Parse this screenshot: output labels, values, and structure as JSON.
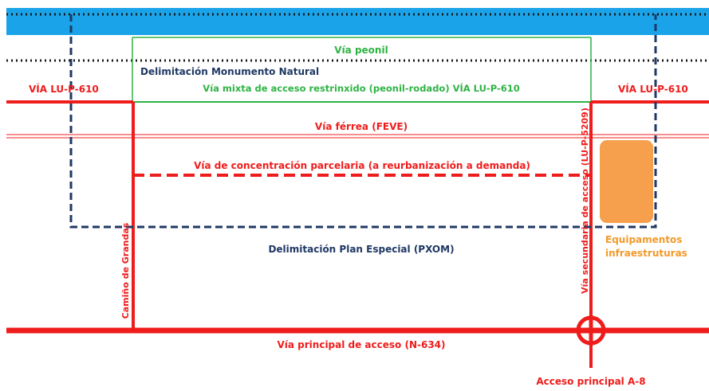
{
  "labels": {
    "via_peonil": "Vía peonil",
    "delimitacion_monumento": "Delimitación Monumento Natural",
    "via_mixta": "Vía mixta de acceso restrinxido (peonil-rodado) VÍA LU-P-610",
    "via_lu_left": "VÍA LU-P-610",
    "via_lu_right": "VÍA LU-P-610",
    "via_ferrea": "Vía férrea (FEVE)",
    "via_concentracion": "Vía de concentración parcelaria (a reurbanización a demanda)",
    "via_secundaria": "Vía secundaria de acceso (LU-P-5209)",
    "delimitacion_plan": "Delimitación Plan Especial (PXOM)",
    "equipamentos_line1": "Equipamentos",
    "equipamentos_line2": "infraestruturas",
    "camino": "Camiño de Grandas",
    "via_principal": "Vía principal  de acceso (N-634)",
    "acceso_principal": "Acceso principal A-8"
  },
  "colors": {
    "sea": "#1aa3e8",
    "green": "#2fb344",
    "red": "#ef1c1c",
    "navy": "#1f3864",
    "orange": "#f6a04d",
    "equip_text": "#f39a2b"
  }
}
